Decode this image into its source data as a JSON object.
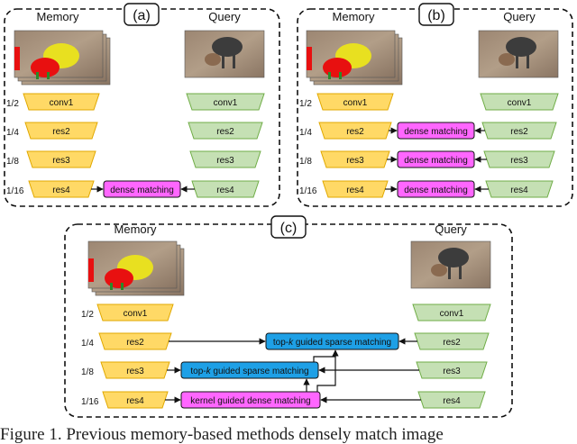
{
  "colors": {
    "memory_encoder": "#ffd966",
    "memory_encoder_stroke": "#e0a800",
    "query_encoder": "#c5e0b4",
    "query_encoder_stroke": "#70ad47",
    "dense_matching": "#ff66ff",
    "sparse_matching": "#1ea0e6",
    "panel_border": "#111111"
  },
  "panels": {
    "a": {
      "tag": "(a)",
      "memory_label": "Memory",
      "query_label": "Query"
    },
    "b": {
      "tag": "(b)",
      "memory_label": "Memory",
      "query_label": "Query"
    },
    "c": {
      "tag": "(c)",
      "memory_label": "Memory",
      "query_label": "Query"
    }
  },
  "scales": [
    "1/2",
    "1/4",
    "1/8",
    "1/16"
  ],
  "encoder_layers": [
    "conv1",
    "res2",
    "res3",
    "res4"
  ],
  "matching": {
    "dense": "dense matching",
    "sparse_prefix": "top-",
    "sparse_k": "k",
    "sparse_suffix": " guided sparse matching",
    "kernel_dense": "kernel guided dense matching"
  },
  "caption": "Figure 1.  Previous memory-based methods densely match image"
}
